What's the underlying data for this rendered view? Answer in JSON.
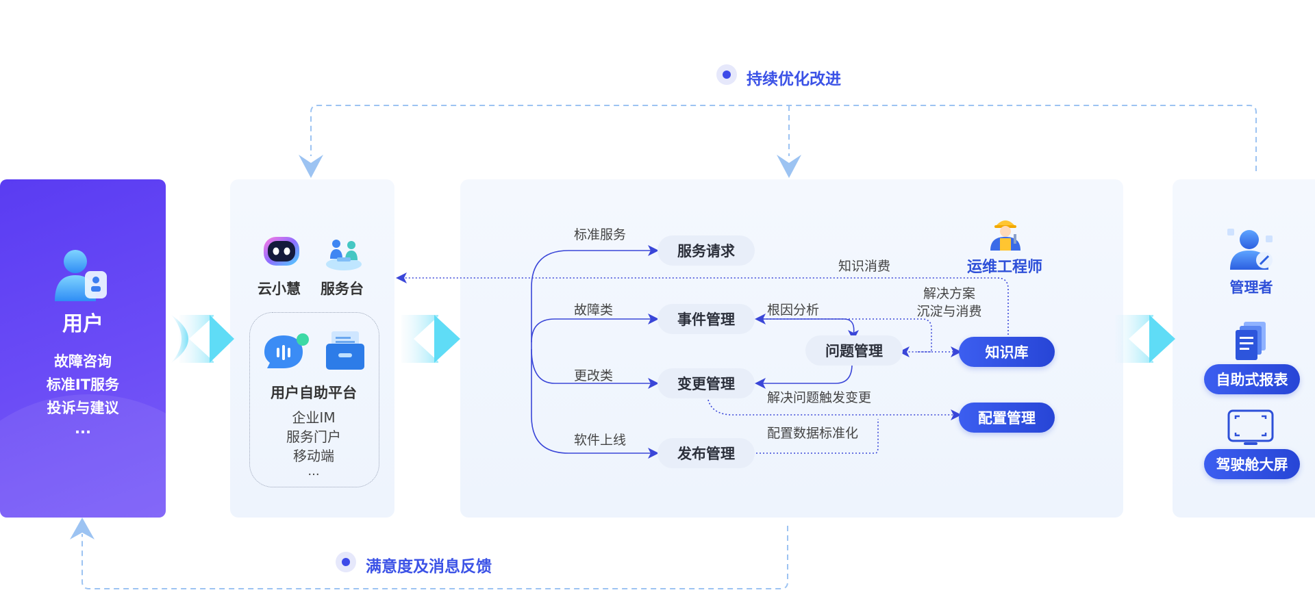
{
  "loops": {
    "top_label": "持续优化改进",
    "bottom_label": "满意度及消息反馈"
  },
  "user": {
    "title": "用户",
    "items": [
      "故障咨询",
      "标准IT服务",
      "投诉与建议",
      "..."
    ]
  },
  "channels": {
    "assistant_label": "云小慧",
    "service_desk_label": "服务台",
    "self_service_title": "用户自助平台",
    "self_service_items": [
      "企业IM",
      "服务门户",
      "移动端",
      "..."
    ]
  },
  "process": {
    "engineer_label": "运维工程师",
    "nodes": {
      "service_request": "服务请求",
      "incident": "事件管理",
      "problem": "问题管理",
      "change": "变更管理",
      "release": "发布管理",
      "knowledge": "知识库",
      "config": "配置管理"
    },
    "edge_labels": {
      "standard_service": "标准服务",
      "fault": "故障类",
      "change_type": "更改类",
      "software_launch": "软件上线",
      "knowledge_consume": "知识消费",
      "root_cause": "根因分析",
      "solution_line1": "解决方案",
      "solution_line2": "沉淀与消费",
      "trigger_change": "解决问题触发变更",
      "config_standardize": "配置数据标准化"
    }
  },
  "manager": {
    "title": "管理者",
    "report_label": "自助式报表",
    "cockpit_label": "驾驶舱大屏"
  },
  "colors": {
    "accent": "#3d4ae8",
    "user_panel": "#5a3cf2",
    "node_bg": "#e8eef9",
    "loop_line": "#9cc3f2",
    "flow_line": "#3a46d8"
  }
}
